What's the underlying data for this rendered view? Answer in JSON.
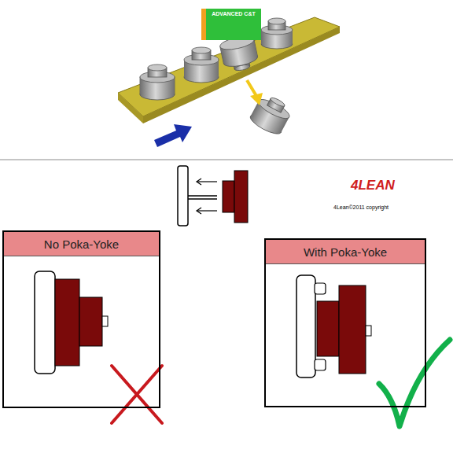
{
  "diagram": {
    "nodes": [
      {
        "text": [
          "ADVANCED C&T"
        ]
      },
      {
        "text": [
          "No Poka-Yoke"
        ]
      },
      {
        "text": [
          "With Poka-Yoke"
        ]
      }
    ],
    "labels": [
      "4LEAN",
      "4Lean©2011 copyright"
    ]
  }
}
